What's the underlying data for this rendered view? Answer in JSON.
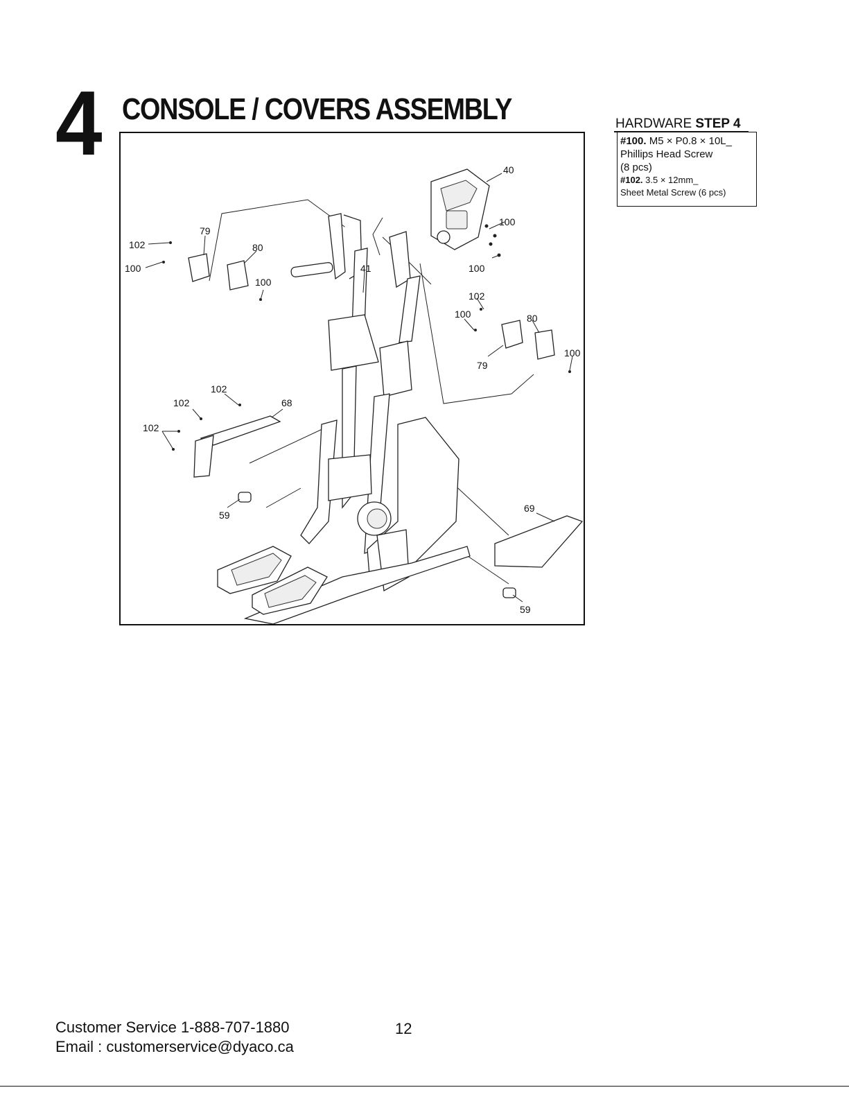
{
  "step": {
    "number": "4",
    "title": "CONSOLE / COVERS ASSEMBLY"
  },
  "hardware": {
    "heading_prefix": "HARDWARE ",
    "heading_step": "STEP 4",
    "items": [
      {
        "code": "#100.",
        "spec": " M5 × P0.8 × 10L_",
        "desc": "Phillips Head Screw",
        "qty": " (8 pcs)"
      },
      {
        "code": "#102.",
        "spec": " 3.5 × 12mm_",
        "desc": "Sheet Metal Screw (6 pcs)"
      }
    ]
  },
  "diagram": {
    "callouts": {
      "c40": "40",
      "c100_console_a": "100",
      "c100_console_b": "100",
      "c41": "41",
      "c79_left": "79",
      "c102_left": "102",
      "c100_left": "100",
      "c80_left": "80",
      "c100_left_cover": "100",
      "c102_right": "102",
      "c100_right": "100",
      "c80_right": "80",
      "c100_right_cover": "100",
      "c79_right": "79",
      "c102_68_a": "102",
      "c102_68_b": "102",
      "c68": "68",
      "c102_68_c": "102",
      "c59_left": "59",
      "c69": "69",
      "c59_right": "59"
    }
  },
  "footer": {
    "customer_service": "Customer Service 1-888-707-1880",
    "email": "Email : customerservice@dyaco.ca",
    "page_number": "12"
  }
}
